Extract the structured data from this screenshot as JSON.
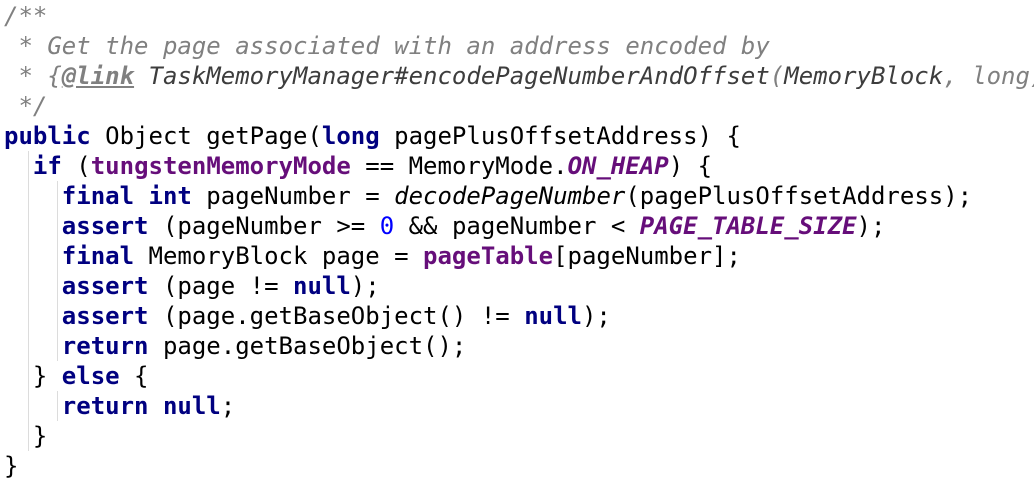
{
  "editor": {
    "lines": [
      [
        {
          "t": "/**",
          "k": "comment"
        }
      ],
      [
        {
          "t": " * Get the page associated with an address encoded by",
          "k": "comment"
        }
      ],
      [
        {
          "t": " * {",
          "k": "comment"
        },
        {
          "t": "@link",
          "k": "doctag"
        },
        {
          "t": " TaskMemoryManager#encodePageNumberAndOffset",
          "k": "docref"
        },
        {
          "t": "(",
          "k": "comment"
        },
        {
          "t": "MemoryBlock",
          "k": "docref"
        },
        {
          "t": ", ",
          "k": "comment"
        },
        {
          "t": "long",
          "k": "comment"
        },
        {
          "t": ")}",
          "k": "comment"
        }
      ],
      [
        {
          "t": " */",
          "k": "comment"
        }
      ],
      [
        {
          "t": "public",
          "k": "keyword"
        },
        {
          "t": " Object getPage(",
          "k": "plain"
        },
        {
          "t": "long",
          "k": "keyword"
        },
        {
          "t": " pagePlusOffsetAddress) {",
          "k": "plain"
        }
      ],
      [
        {
          "t": "  ",
          "k": "plain"
        },
        {
          "t": "if",
          "k": "keyword"
        },
        {
          "t": " (",
          "k": "plain"
        },
        {
          "t": "tungstenMemoryMode",
          "k": "field"
        },
        {
          "t": " == MemoryMode.",
          "k": "plain"
        },
        {
          "t": "ON_HEAP",
          "k": "const"
        },
        {
          "t": ") {",
          "k": "plain"
        }
      ],
      [
        {
          "t": "    ",
          "k": "plain"
        },
        {
          "t": "final",
          "k": "keyword"
        },
        {
          "t": " ",
          "k": "plain"
        },
        {
          "t": "int",
          "k": "keyword"
        },
        {
          "t": " pageNumber = ",
          "k": "plain"
        },
        {
          "t": "decodePageNumber",
          "k": "static"
        },
        {
          "t": "(pagePlusOffsetAddress);",
          "k": "plain"
        }
      ],
      [
        {
          "t": "    ",
          "k": "plain"
        },
        {
          "t": "assert",
          "k": "keyword"
        },
        {
          "t": " (pageNumber >= ",
          "k": "plain"
        },
        {
          "t": "0",
          "k": "number"
        },
        {
          "t": " && pageNumber < ",
          "k": "plain"
        },
        {
          "t": "PAGE_TABLE_SIZE",
          "k": "const"
        },
        {
          "t": ");",
          "k": "plain"
        }
      ],
      [
        {
          "t": "    ",
          "k": "plain"
        },
        {
          "t": "final",
          "k": "keyword"
        },
        {
          "t": " MemoryBlock page = ",
          "k": "plain"
        },
        {
          "t": "pageTable",
          "k": "field"
        },
        {
          "t": "[pageNumber];",
          "k": "plain"
        }
      ],
      [
        {
          "t": "    ",
          "k": "plain"
        },
        {
          "t": "assert",
          "k": "keyword"
        },
        {
          "t": " (page != ",
          "k": "plain"
        },
        {
          "t": "null",
          "k": "keyword"
        },
        {
          "t": ");",
          "k": "plain"
        }
      ],
      [
        {
          "t": "    ",
          "k": "plain"
        },
        {
          "t": "assert",
          "k": "keyword"
        },
        {
          "t": " (page.getBaseObject() != ",
          "k": "plain"
        },
        {
          "t": "null",
          "k": "keyword"
        },
        {
          "t": ");",
          "k": "plain"
        }
      ],
      [
        {
          "t": "    ",
          "k": "plain"
        },
        {
          "t": "return",
          "k": "keyword"
        },
        {
          "t": " page.getBaseObject();",
          "k": "plain"
        }
      ],
      [
        {
          "t": "  } ",
          "k": "plain"
        },
        {
          "t": "else",
          "k": "keyword"
        },
        {
          "t": " {",
          "k": "plain"
        }
      ],
      [
        {
          "t": "    ",
          "k": "plain"
        },
        {
          "t": "return",
          "k": "keyword"
        },
        {
          "t": " ",
          "k": "plain"
        },
        {
          "t": "null",
          "k": "keyword"
        },
        {
          "t": ";",
          "k": "plain"
        }
      ],
      [
        {
          "t": "  }",
          "k": "plain"
        }
      ],
      [
        {
          "t": "}",
          "k": "plain"
        }
      ]
    ],
    "indent_guides": [
      [],
      [],
      [],
      [],
      [],
      [
        1
      ],
      [
        1,
        2
      ],
      [
        1,
        2
      ],
      [
        1,
        2
      ],
      [
        1,
        2
      ],
      [
        1,
        2
      ],
      [
        1,
        2
      ],
      [
        1
      ],
      [
        1,
        2
      ],
      [
        1
      ],
      []
    ]
  }
}
